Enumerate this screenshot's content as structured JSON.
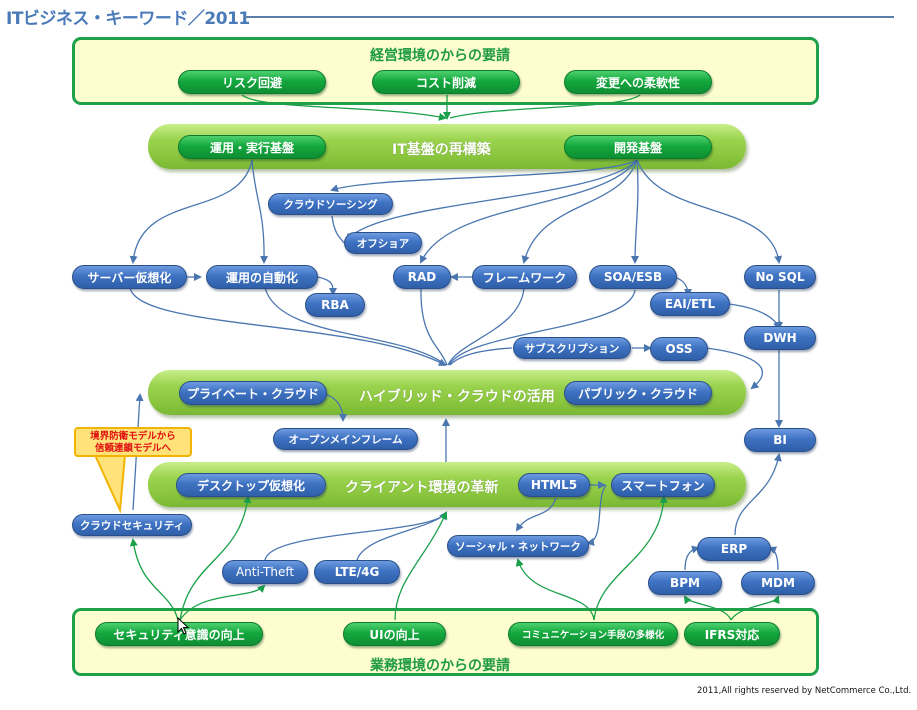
{
  "header": {
    "title": "ITビジネス・キーワード／2011"
  },
  "colors": {
    "title_blue": "#4a7ab8",
    "panel_green": "#1fa04a",
    "panel_fill": "#fdfdd0",
    "bar_green": "#8cc63f",
    "pill_blue": "#3e72c2",
    "pill_green": "#14a83e",
    "callout_fill": "#ffe27a",
    "callout_text": "#e01010",
    "arrow_blue": "#4a76b0",
    "arrow_green": "#1aa04a"
  },
  "top_panel": {
    "title": "経営環境のからの要請",
    "items": [
      "リスク回避",
      "コスト削減",
      "変更への柔軟性"
    ]
  },
  "bars": {
    "it_infra": {
      "title": "IT基盤の再構築",
      "left_pill": "運用・実行基盤",
      "right_pill": "開発基盤"
    },
    "hybrid_cloud": {
      "title": "ハイブリッド・クラウドの活用",
      "left_pill": "プライベート・クラウド",
      "right_pill": "パブリック・クラウド"
    },
    "client": {
      "title": "クライアント環境の革新",
      "left_pill": "デスクトップ仮想化",
      "mid_pill": "HTML5",
      "right_pill": "スマートフォン"
    }
  },
  "nodes": {
    "crowdsourcing": "クラウドソーシング",
    "offshore": "オフショア",
    "server_virtualization": "サーバー仮想化",
    "ops_automation": "運用の自動化",
    "rba": "RBA",
    "rad": "RAD",
    "framework": "フレームワーク",
    "soa_esb": "SOA/ESB",
    "eai_etl": "EAI/ETL",
    "nosql": "No SQL",
    "dwh": "DWH",
    "subscription": "サブスクリプション",
    "oss": "OSS",
    "open_mainframe": "オープンメインフレーム",
    "bi": "BI",
    "cloud_security": "クラウドセキュリティ",
    "social_network": "ソーシャル・ネットワーク",
    "anti_theft": "Anti-Theft",
    "lte_4g": "LTE/4G",
    "erp": "ERP",
    "bpm": "BPM",
    "mdm": "MDM"
  },
  "callout": {
    "line1": "境界防衛モデルから",
    "line2": "信頼連鎖モデルへ"
  },
  "bottom_panel": {
    "title": "業務環境のからの要請",
    "items": [
      "セキュリティ意識の向上",
      "UIの向上",
      "コミュニケーション手段の多様化",
      "IFRS対応"
    ]
  },
  "footer": {
    "copyright": "2011,All rights reserved by NetCommerce Co.,Ltd."
  }
}
